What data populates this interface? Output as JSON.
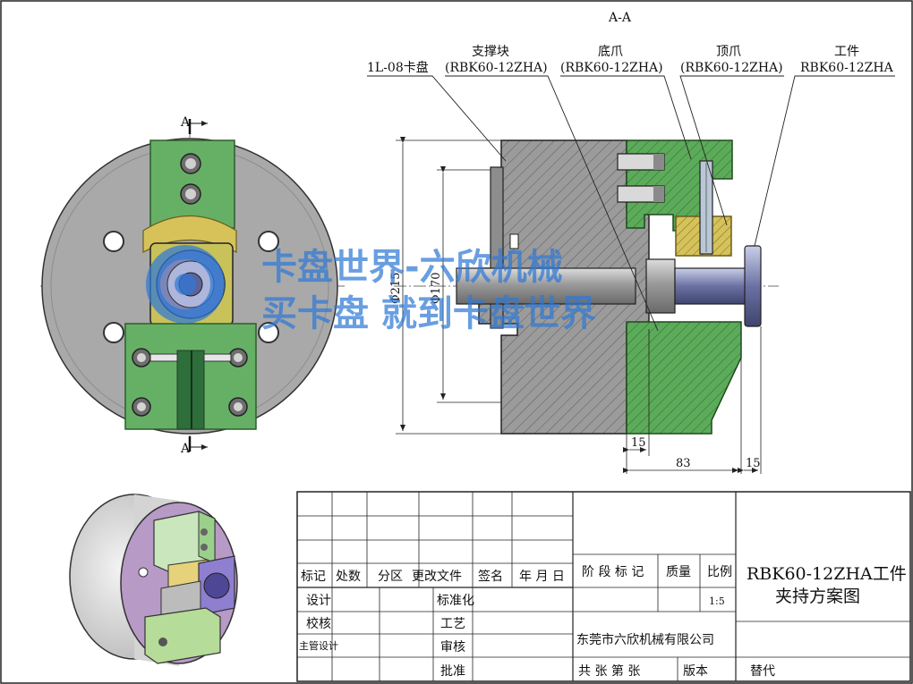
{
  "section_title": "A-A",
  "section_marker": "A",
  "callouts": [
    {
      "name": "chuck",
      "line1": "",
      "line2": "1L-08卡盘"
    },
    {
      "name": "support-block",
      "line1": "支撑块",
      "line2": "(RBK60-12ZHA)"
    },
    {
      "name": "bottom-jaw",
      "line1": "底爪",
      "line2": "(RBK60-12ZHA)"
    },
    {
      "name": "top-jaw",
      "line1": "顶爪",
      "line2": "(RBK60-12ZHA)"
    },
    {
      "name": "workpiece",
      "line1": "工件",
      "line2": "RBK60-12ZHA"
    }
  ],
  "dimensions": {
    "dia_outer": "Φ215",
    "dia_inner": "Φ170",
    "d15_left": "15",
    "d83": "83",
    "d15_right": "15"
  },
  "watermark": {
    "line1": "卡盘世界-六欣机械",
    "line2": "买卡盘  就到卡盘世界"
  },
  "title_block": {
    "rev_headers": [
      "标记",
      "处数",
      "分区",
      "更改文件",
      "签名",
      "年 月 日"
    ],
    "roles": [
      "设计",
      "校核",
      "主管设计"
    ],
    "roles_right": [
      "标准化",
      "工艺",
      "审核",
      "批准"
    ],
    "stage_label": "阶 段 标 记",
    "mass_label": "质量",
    "scale_label": "比例",
    "scale_value": "1:5",
    "drawing_title_line1": "RBK60-12ZHA工件",
    "drawing_title_line2": "夹持方案图",
    "company": "东莞市六欣机械有限公司",
    "sheet_info": "共  张  第  张",
    "version_label": "版本",
    "replace_label": "替代"
  },
  "colors": {
    "jaw_green": "#5aa55a",
    "jaw_green_light": "#a8d49c",
    "steel_gray": "#9a9a9a",
    "support_yellow": "#d7c25a",
    "watermark_blue": "#2f78d6"
  }
}
